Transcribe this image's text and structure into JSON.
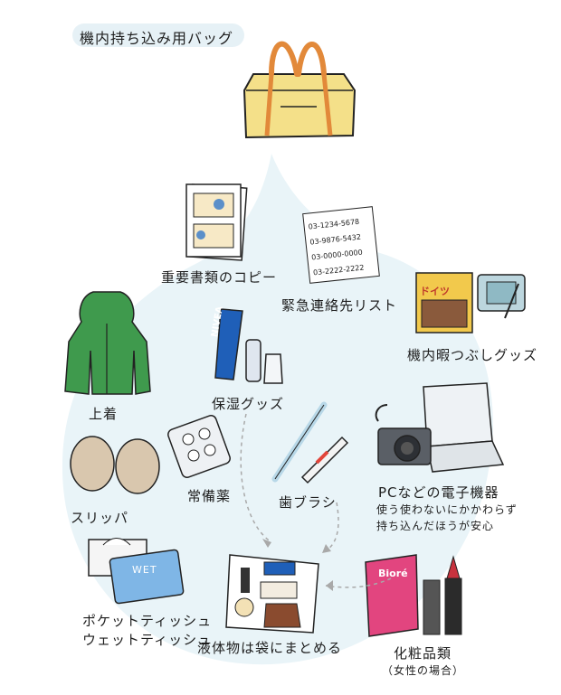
{
  "title": "機内持ち込み用バッグ",
  "colors": {
    "bg_blob": "#e9f4f8",
    "bag": "#f4e089",
    "bag_handle": "#e2893a",
    "hoodie": "#3f9a4d",
    "nivea": "#1f5fb8",
    "wipes": "#7fb6e6",
    "cosmetics_pink": "#e2457f"
  },
  "items": {
    "copies": {
      "label": "重要書類のコピー",
      "icon": "document-copy-icon"
    },
    "emergency": {
      "label": "緊急連絡先リスト",
      "icon": "contact-list-icon",
      "lines": [
        "03-1234-5678",
        "03-9876-5432",
        "03-0000-0000",
        "03-2222-2222"
      ]
    },
    "game": {
      "label": "機内暇つぶしグッズ",
      "book_text": "ドイツ",
      "icon": "guidebook-game-icon"
    },
    "jacket": {
      "label": "上着",
      "icon": "hoodie-icon"
    },
    "moisture": {
      "label": "保湿グッズ",
      "brand": "NIVEA",
      "icon": "moisturizer-icon"
    },
    "slippers": {
      "label": "スリッパ",
      "icon": "slippers-icon"
    },
    "medicine": {
      "label": "常備薬",
      "icon": "medicine-blister-icon"
    },
    "toothbrush": {
      "label": "歯ブラシ",
      "icon": "toothbrush-icon"
    },
    "pc": {
      "label": "PCなどの電子機器",
      "note_line1": "使う使わないにかかわらず",
      "note_line2": "持ち込んだほうが安心",
      "icon": "laptop-camera-icon"
    },
    "tissue": {
      "label_line1": "ポケットティッシュ",
      "label_line2": "ウェットティッシュ",
      "wet_text": "WET",
      "icon": "tissue-icon"
    },
    "liquids": {
      "label": "液体物は袋にまとめる",
      "icon": "liquid-bag-icon"
    },
    "cosmetics": {
      "label": "化粧品類",
      "sub": "（女性の場合）",
      "brand": "Bioré",
      "icon": "cosmetics-icon"
    }
  }
}
